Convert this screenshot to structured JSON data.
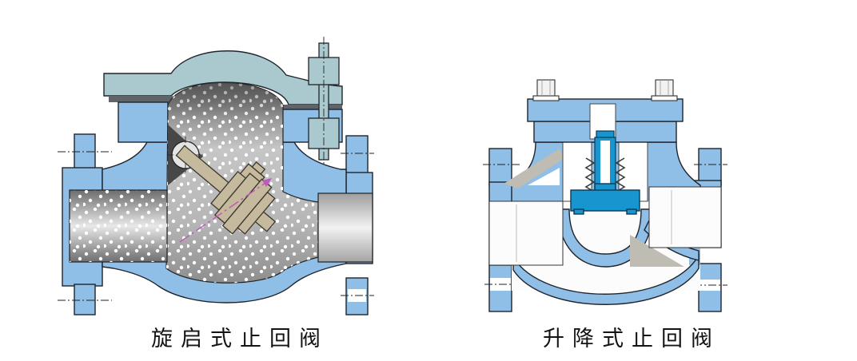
{
  "canvas": {
    "background": "#ffffff"
  },
  "colors": {
    "body_blue": "#8FBEE6",
    "bonnet_gray_blue": "#A9C9CE",
    "gasket_dark": "#5F646B",
    "metal_gray": "#9A9A9A",
    "swing_disc_tan": "#C6BA9E",
    "lift_disc_teal": "#1795CE",
    "flow_arrow_magenta": "#BE5ABE",
    "outline": "#20242C",
    "caption_text": "#141414"
  },
  "diagrams": [
    {
      "id": "swing-check-valve",
      "caption": "旋启式止回阀"
    },
    {
      "id": "lift-check-valve",
      "caption": "升降式止回阀"
    }
  ]
}
